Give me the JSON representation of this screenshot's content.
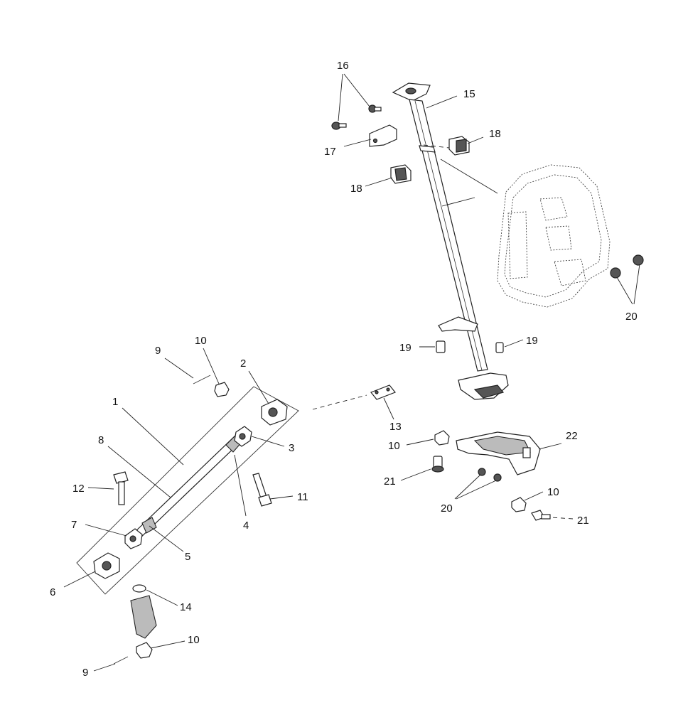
{
  "callouts": {
    "c1": "1",
    "c2": "2",
    "c3": "3",
    "c4": "4",
    "c5": "5",
    "c6": "6",
    "c7": "7",
    "c8": "8",
    "c9a": "9",
    "c9b": "9",
    "c10a": "10",
    "c10b": "10",
    "c10c": "10",
    "c10d": "10",
    "c11": "11",
    "c12": "12",
    "c13": "13",
    "c14": "14",
    "c15": "15",
    "c16": "16",
    "c17": "17",
    "c18a": "18",
    "c18b": "18",
    "c19a": "19",
    "c19b": "19",
    "c20a": "20",
    "c20b": "20",
    "c21a": "21",
    "c21b": "21",
    "c22": "22"
  }
}
